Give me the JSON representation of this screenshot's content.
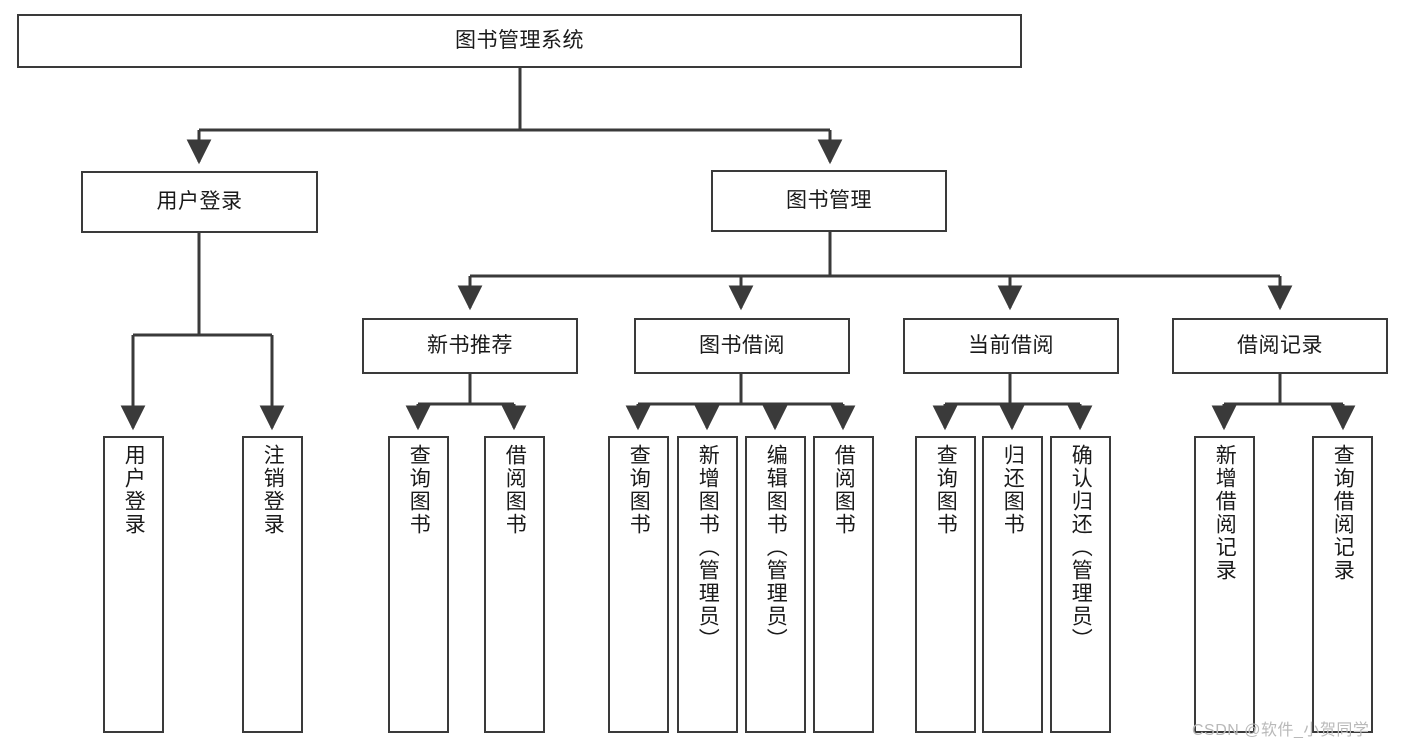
{
  "diagram": {
    "type": "tree-hierarchy",
    "title": "图书管理系统",
    "watermark": "CSDN @软件_小贺同学",
    "colors": {
      "node_border": "#3a3a3a",
      "node_fill": "#ffffff",
      "connector": "#3a3a3a",
      "text": "#1a1a1a",
      "watermark": "#b9b9b9",
      "background": "#ffffff"
    },
    "levels": {
      "root": {
        "label": "图书管理系统"
      },
      "level2": [
        {
          "label": "用户登录"
        },
        {
          "label": "图书管理"
        }
      ],
      "level3": [
        {
          "label": "新书推荐"
        },
        {
          "label": "图书借阅"
        },
        {
          "label": "当前借阅"
        },
        {
          "label": "借阅记录"
        }
      ],
      "leaves": {
        "user_login": [
          {
            "label": "用户登录"
          },
          {
            "label": "注销登录"
          }
        ],
        "new_book_recommend": [
          {
            "label": "查询图书"
          },
          {
            "label": "借阅图书"
          }
        ],
        "book_borrow": [
          {
            "label": "查询图书"
          },
          {
            "label": "新增图书（管理员）"
          },
          {
            "label": "编辑图书（管理员）"
          },
          {
            "label": "借阅图书"
          }
        ],
        "current_borrow": [
          {
            "label": "查询图书"
          },
          {
            "label": "归还图书"
          },
          {
            "label": "确认归还（管理员）"
          }
        ],
        "borrow_record": [
          {
            "label": "新增借阅记录"
          },
          {
            "label": "查询借阅记录"
          }
        ]
      }
    }
  }
}
